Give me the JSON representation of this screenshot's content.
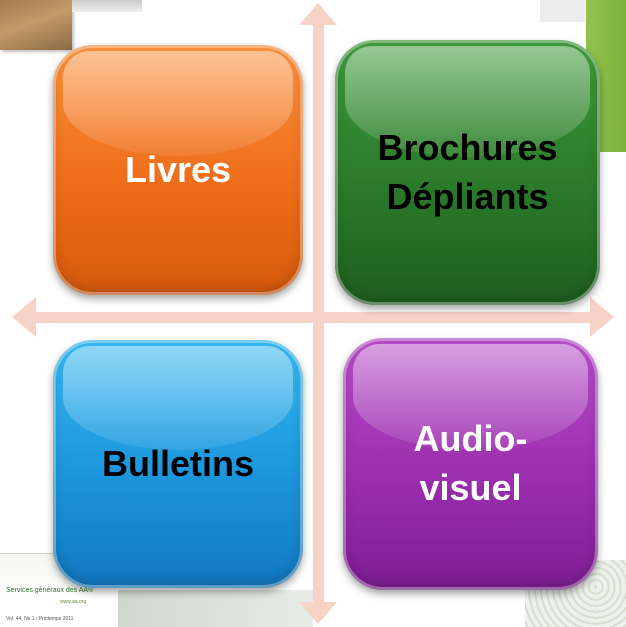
{
  "quadrants": {
    "top_left": {
      "label": "Livres",
      "color": "#f07a22"
    },
    "top_right": {
      "lines": [
        "Brochures",
        "Dépliants"
      ],
      "color": "#2b7a2a"
    },
    "bottom_left": {
      "label": "Bulletins",
      "color": "#1c95dc"
    },
    "bottom_right": {
      "lines": [
        "Audio-",
        "visuel"
      ],
      "color": "#9b2eae"
    }
  },
  "label_colors": {
    "light": "#ffffff",
    "dark": "#000000"
  },
  "arrow_color": "#f6d2c7",
  "background_fragment": {
    "header": "Services généraux des AA®",
    "url": "www.aa.org",
    "issue": "Vol. 44, No 1 / Printemps 2011"
  }
}
